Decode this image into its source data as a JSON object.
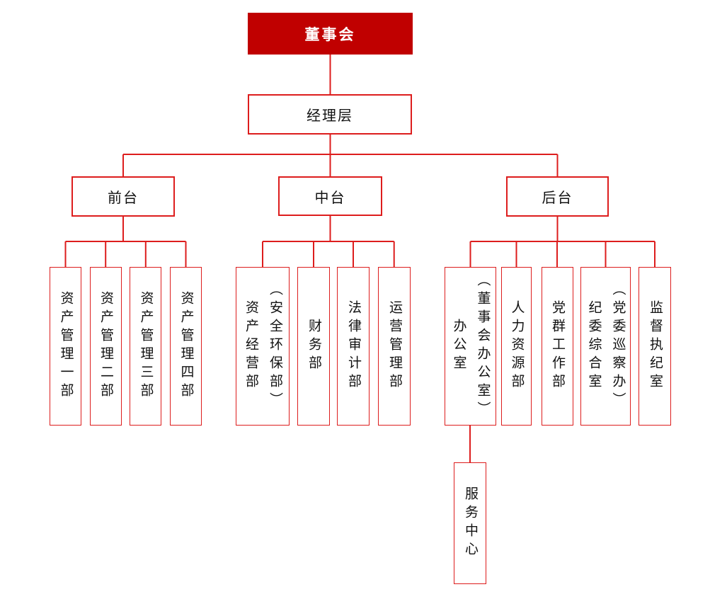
{
  "chart_type": "org-chart",
  "colors": {
    "root_fill": "#c00000",
    "line_red": "#dd1d1d",
    "node_bg": "#ffffff",
    "root_text": "#ffffff",
    "node_text": "#111111"
  },
  "root": {
    "label": "董事会"
  },
  "management": {
    "label": "经理层"
  },
  "branches": [
    {
      "label": "前台",
      "children": [
        {
          "label": "资产管理一部"
        },
        {
          "label": "资产管理二部"
        },
        {
          "label": "资产管理三部"
        },
        {
          "label": "资产管理四部"
        }
      ]
    },
    {
      "label": "中台",
      "children": [
        {
          "label": "资产经营部",
          "label2": "（安全环保部）"
        },
        {
          "label": "财务部"
        },
        {
          "label": "法律审计部"
        },
        {
          "label": "运营管理部"
        }
      ]
    },
    {
      "label": "后台",
      "children": [
        {
          "label": "办公室",
          "label2": "（董事会办公室）"
        },
        {
          "label": "人力资源部"
        },
        {
          "label": "党群工作部"
        },
        {
          "label": "纪委综合室",
          "label2": "（党委巡察办）"
        },
        {
          "label": "监督执纪室"
        }
      ]
    }
  ],
  "sub_node": {
    "label": "服务中心"
  }
}
